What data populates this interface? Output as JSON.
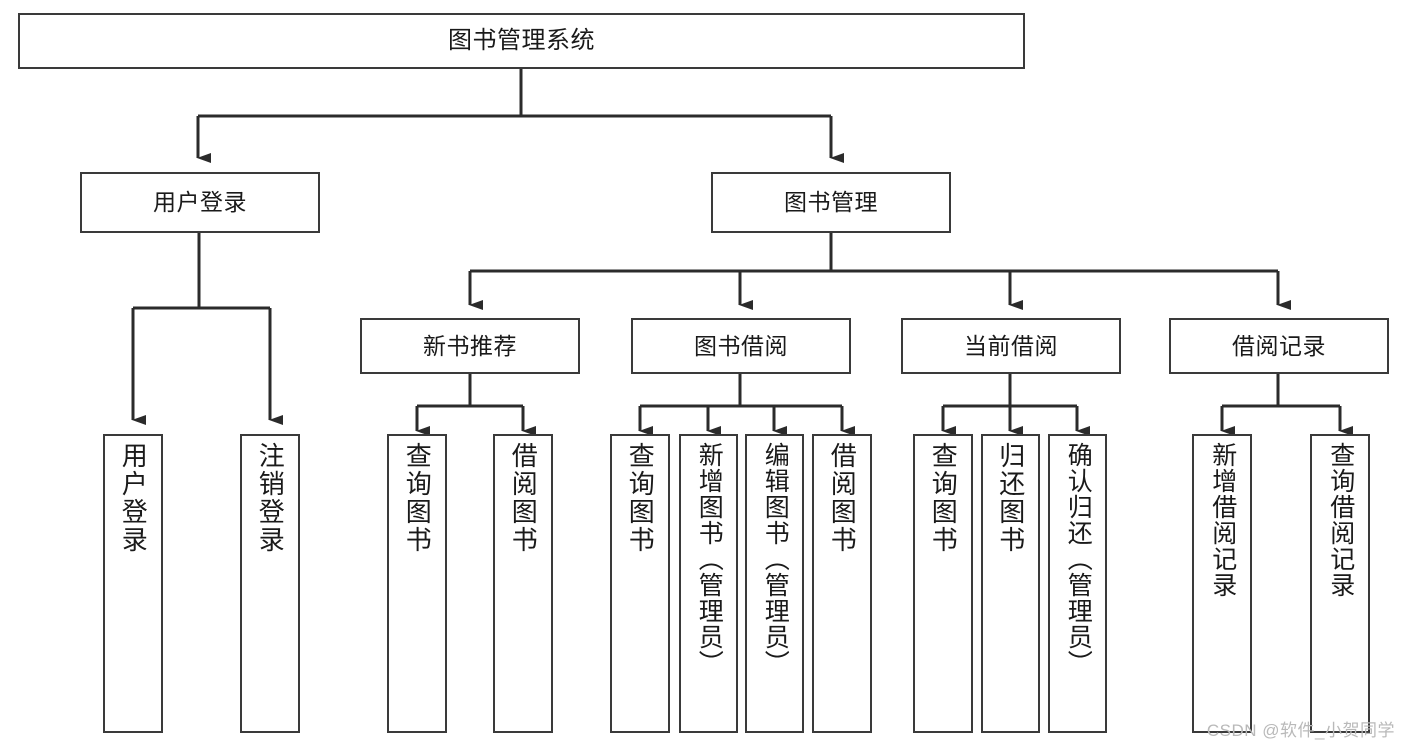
{
  "diagram": {
    "title": "图书管理系统",
    "type": "tree-hierarchy",
    "watermark": "CSDN @软件_小贺同学",
    "colors": {
      "background": "#ffffff",
      "node_border": "#3a3a3a",
      "node_fill": "#ffffff",
      "edge": "#2b2b2b",
      "text": "#1a1a1a",
      "watermark": "#b9b9b9"
    },
    "root": {
      "label": "图书管理系统"
    },
    "level1": [
      {
        "label": "用户登录"
      },
      {
        "label": "图书管理"
      }
    ],
    "level2": [
      {
        "label": "新书推荐"
      },
      {
        "label": "图书借阅"
      },
      {
        "label": "当前借阅"
      },
      {
        "label": "借阅记录"
      }
    ],
    "leaves": {
      "user_login": [
        {
          "label": "用户登录"
        },
        {
          "label": "注销登录"
        }
      ],
      "new_book": [
        {
          "label": "查询图书"
        },
        {
          "label": "借阅图书"
        }
      ],
      "book_borrow": [
        {
          "label": "查询图书"
        },
        {
          "label": "新增图书（管理员）"
        },
        {
          "label": "编辑图书（管理员）"
        },
        {
          "label": "借阅图书"
        }
      ],
      "current_borrow": [
        {
          "label": "查询图书"
        },
        {
          "label": "归还图书"
        },
        {
          "label": "确认归还（管理员）"
        }
      ],
      "borrow_record": [
        {
          "label": "新增借阅记录"
        },
        {
          "label": "查询借阅记录"
        }
      ]
    }
  }
}
